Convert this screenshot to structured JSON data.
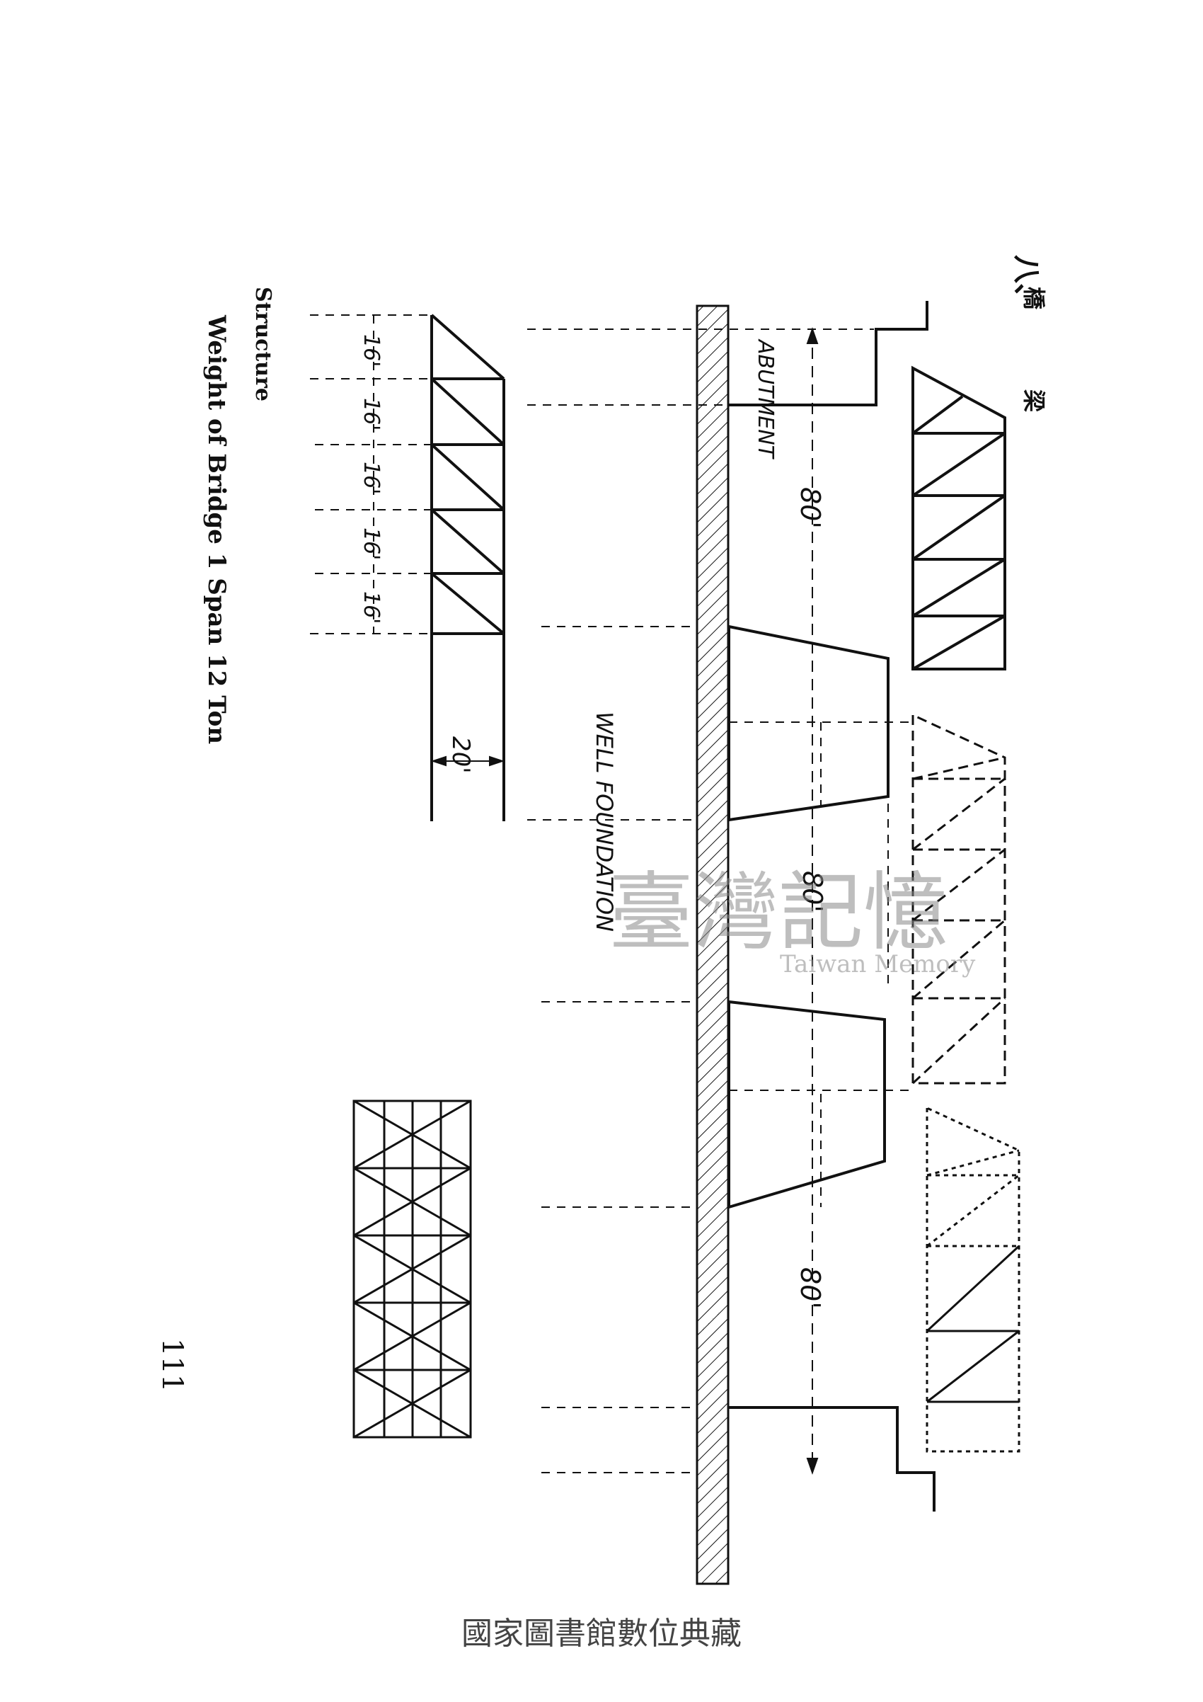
{
  "section": {
    "number": "八、",
    "title_char_1": "橋",
    "title_char_2": "梁"
  },
  "diagram": {
    "abutment_label": "ABUTMENT",
    "well_foundation_label": "WELL FOUNDATION",
    "span_label_1": "80'",
    "span_label_2": "80'",
    "span_label_3": "80'",
    "panel_labels": [
      "16'",
      "16'",
      "16'",
      "16'",
      "16'"
    ],
    "width_label": "20'"
  },
  "caption": {
    "structure": "Structure",
    "weight": "Weight of Bridge 1 Span 12 Ton"
  },
  "page_number": "111",
  "watermark": {
    "chinese": "臺灣記憶",
    "english": "Taiwan Memory"
  },
  "footer": "國家圖書館數位典藏"
}
